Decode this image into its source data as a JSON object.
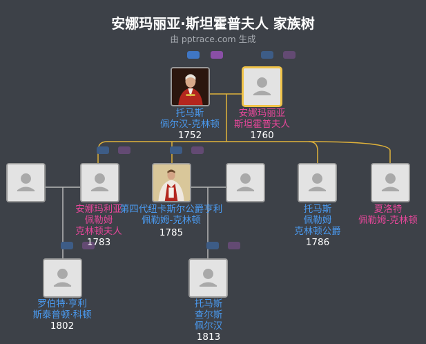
{
  "header": {
    "title": "安娜玛丽亚·斯坦霍普夫人 家族树",
    "subtitle": "由 pptrace.com 生成"
  },
  "people": {
    "p1": {
      "line1": "托马斯",
      "line2": "佩尔汉-克林顿",
      "year": "1752"
    },
    "p2": {
      "line1": "安娜玛丽亚",
      "line2": "斯坦霍普夫人",
      "year": "1760"
    },
    "p3": {
      "line1": "安娜玛利亚",
      "line2": "佩勒姆",
      "line3": "克林顿夫人",
      "year": "1783"
    },
    "p4": {
      "line1": "第四代纽卡斯尔公爵亨利",
      "line2": "佩勒姆-克林顿",
      "year": "1785"
    },
    "p5": {
      "line1": "托马斯",
      "line2": "佩勒姆",
      "line3": "克林顿公爵",
      "year": "1786"
    },
    "p6": {
      "line1": "夏洛特",
      "line2": "佩勒姆-克林顿"
    },
    "p7": {
      "line1": "罗伯特·亨利",
      "line2": "斯泰普顿·科顿",
      "year": "1802"
    },
    "p8": {
      "line1": "托马斯",
      "line2": "查尔斯",
      "line3": "佩尔汉",
      "year": "1813"
    }
  },
  "colors": {
    "background": "#3d4148",
    "male": "#4a9af0",
    "female": "#e6479a",
    "highlight": "#f0c349",
    "connector_gold": "#e0b23a",
    "connector_gray": "#b7b7b7"
  }
}
